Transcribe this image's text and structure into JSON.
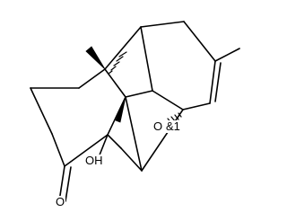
{
  "molecule": {
    "labels": {
      "hydroxyl": "OH",
      "ketone_oxygen": "O",
      "ring_oxygen": "O",
      "ring_oxygen_stereo": "&1"
    }
  }
}
